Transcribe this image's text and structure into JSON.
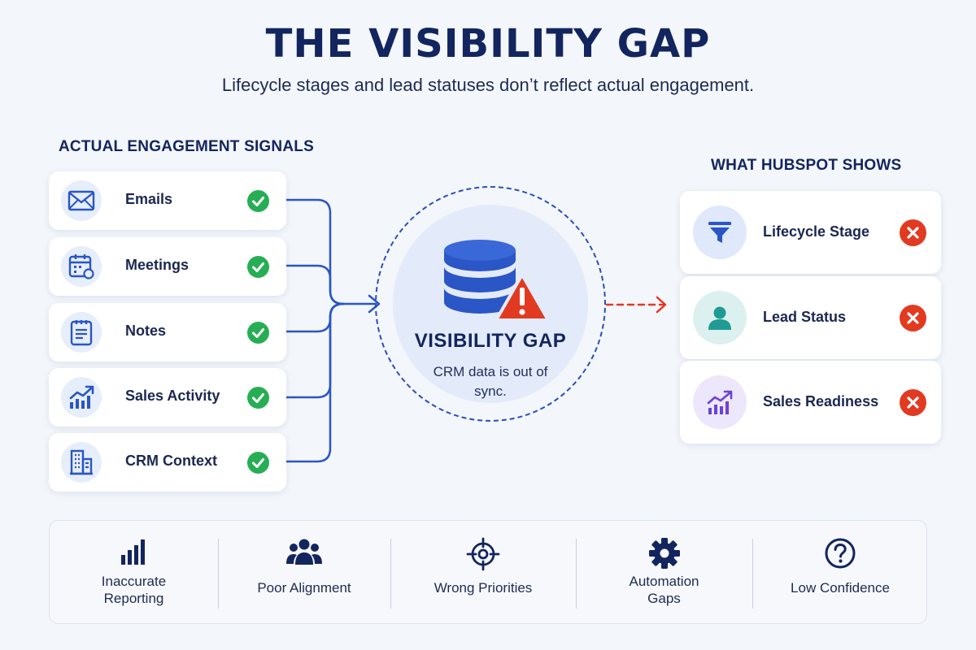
{
  "header": {
    "title": "THE VISIBILITY GAP",
    "subtitle": "Lifecycle stages and lead statuses don’t reflect actual engagement."
  },
  "signals": {
    "label": "ACTUAL ENGAGEMENT SIGNALS",
    "items": [
      {
        "label": "Emails",
        "icon": "envelope-icon"
      },
      {
        "label": "Meetings",
        "icon": "calendar-icon"
      },
      {
        "label": "Notes",
        "icon": "notepad-icon"
      },
      {
        "label": "Sales Activity",
        "icon": "trend-chart-icon"
      },
      {
        "label": "CRM Context",
        "icon": "building-icon"
      }
    ]
  },
  "center": {
    "title": "VISIBILITY GAP",
    "description": "CRM data is out of sync."
  },
  "hubspot": {
    "label": "WHAT HUBSPOT SHOWS",
    "items": [
      {
        "label": "Lifecycle Stage",
        "icon": "funnel-icon"
      },
      {
        "label": "Lead Status",
        "icon": "person-icon"
      },
      {
        "label": "Sales Readiness",
        "icon": "growth-chart-icon"
      }
    ]
  },
  "impacts": [
    {
      "label_lines": [
        "Inaccurate",
        "Reporting"
      ],
      "icon": "bar-chart-icon"
    },
    {
      "label_lines": [
        "Poor Alignment"
      ],
      "icon": "team-icon"
    },
    {
      "label_lines": [
        "Wrong Priorities"
      ],
      "icon": "target-icon"
    },
    {
      "label_lines": [
        "Automation",
        "Gaps"
      ],
      "icon": "gear-icon"
    },
    {
      "label_lines": [
        "Low Confidence"
      ],
      "icon": "question-icon"
    }
  ],
  "colors": {
    "navy": "#13255e",
    "blue": "#2a4fb8",
    "check_green": "#27ae55",
    "alert_red": "#e23a21",
    "funnel_bg": "#dfe9fb",
    "person_bg": "#dcf1ef",
    "growth_bg": "#ece7fb"
  }
}
